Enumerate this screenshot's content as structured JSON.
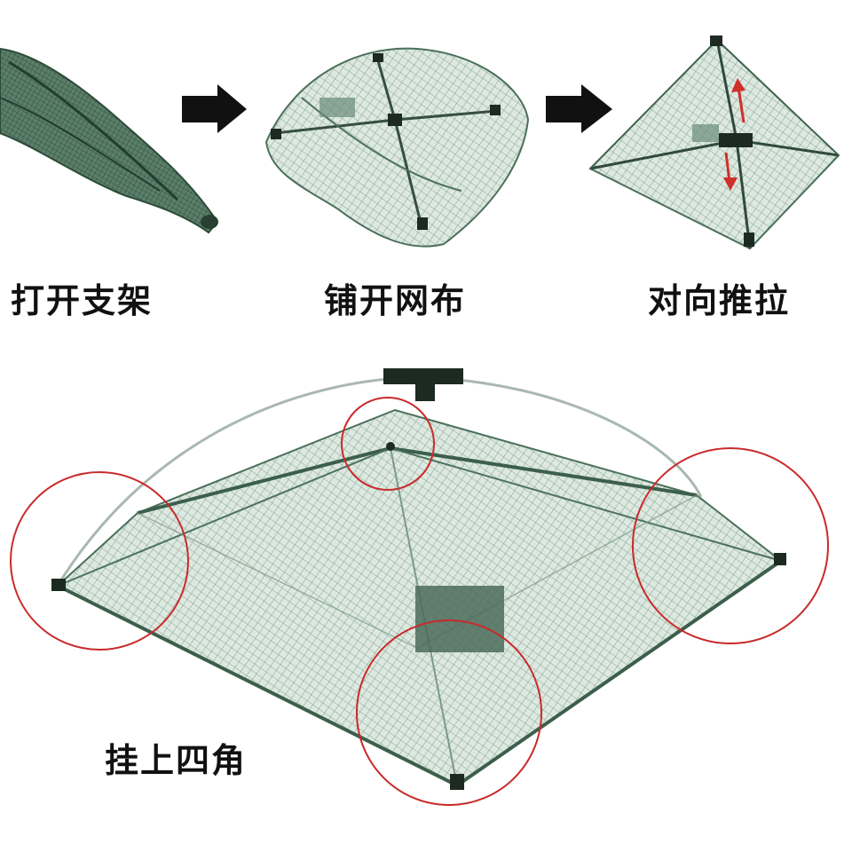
{
  "steps": [
    {
      "label": "打开支架"
    },
    {
      "label": "铺开网布"
    },
    {
      "label": "对向推拉"
    }
  ],
  "final_step": {
    "label": "挂上四角"
  },
  "colors": {
    "net_green": "#3f6b4f",
    "net_fill": "#cfe0d6",
    "frame_black": "#1c2a22",
    "arrow_black": "#111111",
    "arrow_red": "#d0302a",
    "circle_red": "#c92a2a"
  },
  "icons": [
    "right-arrow-icon",
    "up-arrow-icon",
    "down-arrow-icon"
  ]
}
